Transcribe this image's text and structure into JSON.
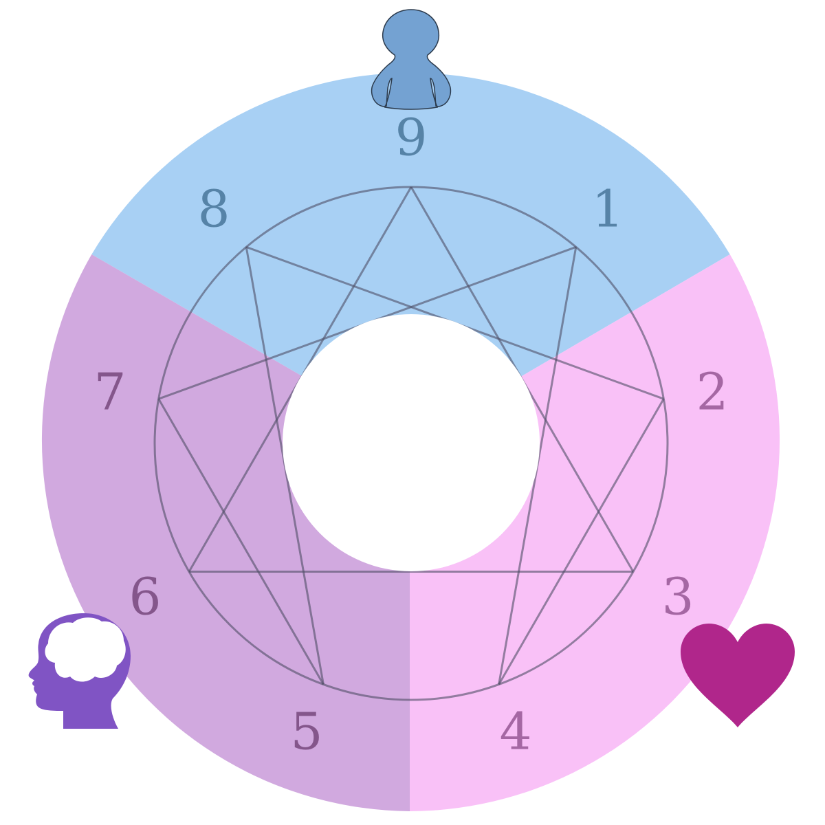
{
  "diagram": {
    "points": [
      {
        "id": "9",
        "label": "9",
        "center": "gut"
      },
      {
        "id": "1",
        "label": "1",
        "center": "gut"
      },
      {
        "id": "2",
        "label": "2",
        "center": "heart"
      },
      {
        "id": "3",
        "label": "3",
        "center": "heart"
      },
      {
        "id": "4",
        "label": "4",
        "center": "heart"
      },
      {
        "id": "5",
        "label": "5",
        "center": "head"
      },
      {
        "id": "6",
        "label": "6",
        "center": "head"
      },
      {
        "id": "7",
        "label": "7",
        "center": "head"
      },
      {
        "id": "8",
        "label": "8",
        "center": "gut"
      }
    ],
    "triangle": [
      "9",
      "3",
      "6"
    ],
    "hexad": [
      "1",
      "4",
      "2",
      "8",
      "5",
      "7"
    ],
    "centers": [
      {
        "id": "gut",
        "icon": "body-figure-icon",
        "color": "#a8d0f4",
        "label_color": "#4d7a9e",
        "icon_color": "#74a2d2"
      },
      {
        "id": "heart",
        "icon": "heart-icon",
        "color": "#f9c1f7",
        "label_color": "#9b5d99",
        "icon_color": "#b0268b"
      },
      {
        "id": "head",
        "icon": "head-brain-icon",
        "color": "#d1a9df",
        "label_color": "#7b4d82",
        "icon_color": "#8054c4"
      }
    ],
    "line_color": "#4e4e66"
  }
}
